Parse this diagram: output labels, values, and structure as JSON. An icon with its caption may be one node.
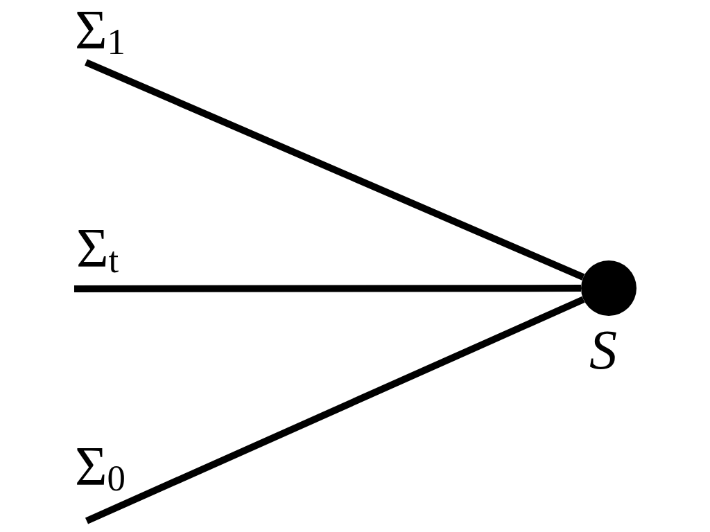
{
  "diagram": {
    "nodes": [
      {
        "text": [
          "Σ$_{1}$"
        ]
      },
      {
        "text": [
          "Σ$_{t}$"
        ]
      },
      {
        "text": [
          "Σ$_{0}$"
        ]
      },
      {
        "text": [],
        "shape": "circle",
        "beside": [
          "S"
        ]
      }
    ],
    "edges": [
      {
        "from": 0,
        "to": 3,
        "arrow": "none"
      },
      {
        "from": 1,
        "to": 3,
        "arrow": "none"
      },
      {
        "from": 2,
        "to": 3,
        "arrow": "none"
      }
    ]
  }
}
